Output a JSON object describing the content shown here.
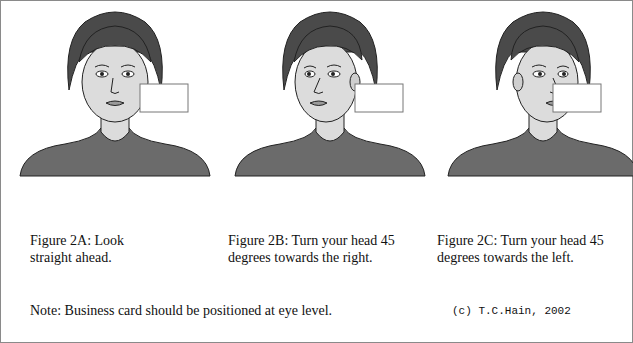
{
  "diagram": {
    "labels": [
      "Figure 2A:  Look straight ahead.",
      "Figure 2B:  Turn your head 45 degrees towards the right.",
      "Figure 2C:  Turn your head 45 degrees towards the left.",
      "Note:  Business card should be positioned at eye level.",
      "(c) T.C.Hain, 2002"
    ]
  }
}
